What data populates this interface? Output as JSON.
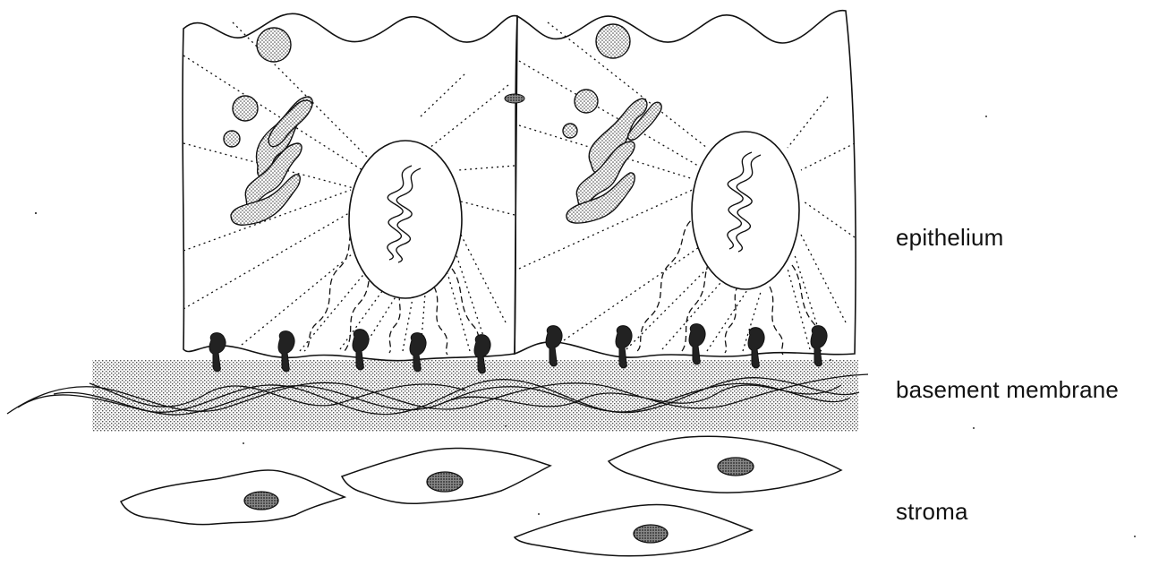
{
  "labels": {
    "epithelium": "epithelium",
    "basement_membrane": "basement membrane",
    "stroma": "stroma"
  },
  "colors": {
    "stroke": "#111111",
    "background": "#ffffff",
    "stipple": "#555555",
    "dark_stipple": "#222222"
  }
}
